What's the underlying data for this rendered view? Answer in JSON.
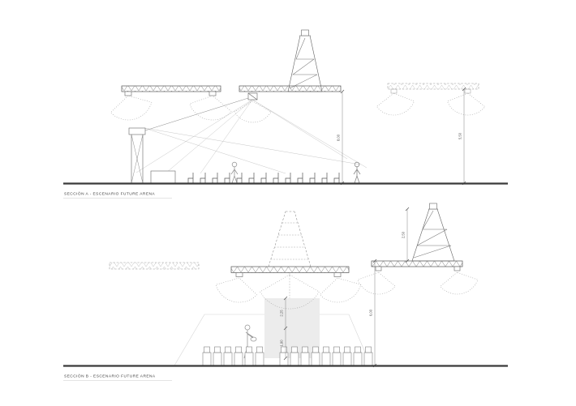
{
  "sheet": {
    "background": "#ffffff",
    "ink": "#555555",
    "ground_color": "#3a3a3a",
    "stage_fill": "#ececec"
  },
  "section_a": {
    "label": "SECCIÓN A - ESCENARIO FUTURE ARENA",
    "dimensions": {
      "stage_truss_height": "8,00",
      "right_truss_height": "5,50"
    }
  },
  "section_b": {
    "label": "SECCIÓN B - ESCENARIO FUTURE ARENA",
    "dimensions": {
      "screen_upper": "2,25",
      "screen_lower": "1,90",
      "truss_height": "6,00",
      "tower_height": "2,50"
    }
  }
}
